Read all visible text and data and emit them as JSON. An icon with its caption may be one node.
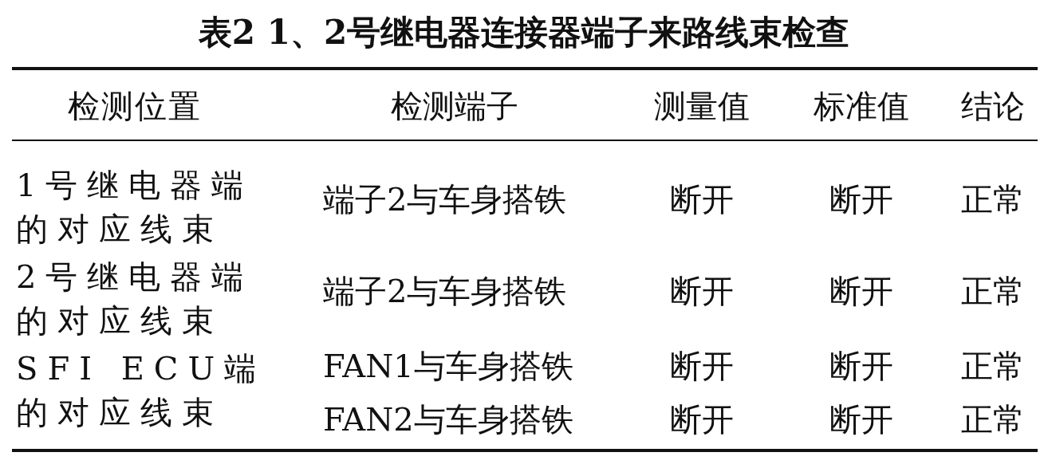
{
  "diagram": {
    "title": "表2 1、2号继电器连接器端子来路线束检查",
    "labels": [
      "检测位置",
      "检测端子",
      "测量值",
      "标准值",
      "结论",
      "1号继电器端的对应线束",
      "端子2与车身搭铁",
      "断开",
      "断开",
      "正常",
      "2号继电器端的对应线束",
      "端子2与车身搭铁",
      "断开",
      "断开",
      "正常",
      "SFI ECU端的对应线束",
      "FAN1与车身搭铁",
      "断开",
      "断开",
      "正常",
      "FAN2与车身搭铁",
      "断开",
      "断开",
      "正常"
    ]
  }
}
